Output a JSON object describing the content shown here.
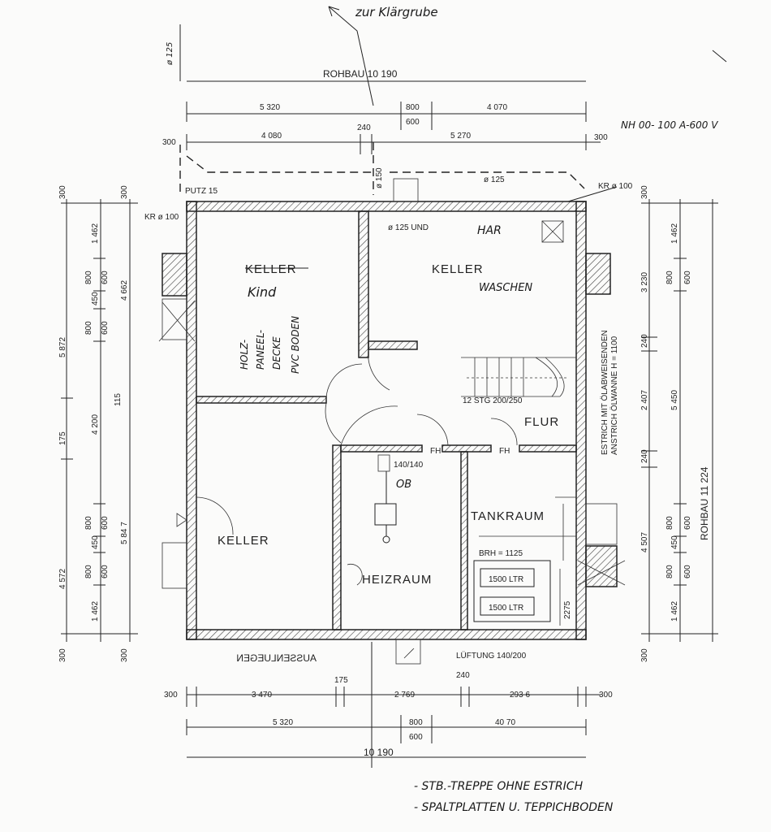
{
  "header": {
    "sewer_note": "zur Klärgrube",
    "sewer_pipe": "ø 125",
    "rohbau_top": "ROHBAU 10 190",
    "top_notes": [
      "NH 00- 100 A-600 V"
    ]
  },
  "dimensions": {
    "top_row1": [
      "5 320",
      "800",
      "600",
      "4 070"
    ],
    "top_row2": [
      "300",
      "4 080",
      "240",
      "5 270",
      "300"
    ],
    "pipe_labels": [
      "ø 150",
      "ø 125",
      "KR ø 100",
      "PUTZ 15",
      "KR ø 100"
    ],
    "left_outer": [
      "300",
      "5 872",
      "115",
      "175",
      "4 572",
      "300"
    ],
    "left_inner": [
      "300",
      "1 462",
      "800",
      "600",
      "450",
      "800",
      "600",
      "4 200",
      "800",
      "600",
      "450",
      "800",
      "600",
      "1 462",
      "300"
    ],
    "left_mid": [
      "4 662",
      "5 84 7"
    ],
    "right_outer": [
      "300",
      "3 230",
      "240",
      "2 407",
      "240",
      "4 507",
      "300"
    ],
    "right_inner": [
      "1 462",
      "800",
      "600",
      "5 450",
      "800",
      "600",
      "450",
      "800",
      "600",
      "1 462"
    ],
    "rohbau_right": "ROHBAU 11 224",
    "bottom_row1": [
      "300",
      "3 470",
      "175",
      "2 769",
      "240",
      "293 6",
      "300"
    ],
    "bottom_row2": [
      "5 320",
      "800",
      "600",
      "40 70"
    ],
    "bottom_total": "10 190"
  },
  "rooms": {
    "keller_tl": "KELLER",
    "keller_tl_hand": "Kind",
    "floor_note": [
      "HOLZ-",
      "PANEEL-",
      "DECKE",
      "PVC BODEN"
    ],
    "keller_tr": "KELLER",
    "keller_tr_hand": "WASCHEN",
    "har": "HAR",
    "pipe_note": "ø 125 UND",
    "stairs": "12 STG 200/250",
    "flur": "FLUR",
    "keller_bl": "KELLER",
    "heizraum": "HEIZRAUM",
    "tankraum": "TANKRAUM",
    "brh": "BRH = 1125",
    "tank1": "1500 LTR",
    "tank2": "1500 LTR",
    "tank_dim": "2275",
    "fh1": "FH",
    "fh2": "FH",
    "flue": "140/140",
    "ob": "OB",
    "lueftung": "LÜFTUNG 140/200",
    "estrich": [
      "ESTRICH MIT ÖLABWEISENDEN",
      "ANSTRICH ÖLWANNE H = 1100"
    ],
    "mirrored": "AUSSENLUEGEN"
  },
  "footer": {
    "notes": [
      "- STB.-TREPPE OHNE ESTRICH",
      "- SPALTPLATTEN U. TEPPICHBODEN"
    ]
  }
}
